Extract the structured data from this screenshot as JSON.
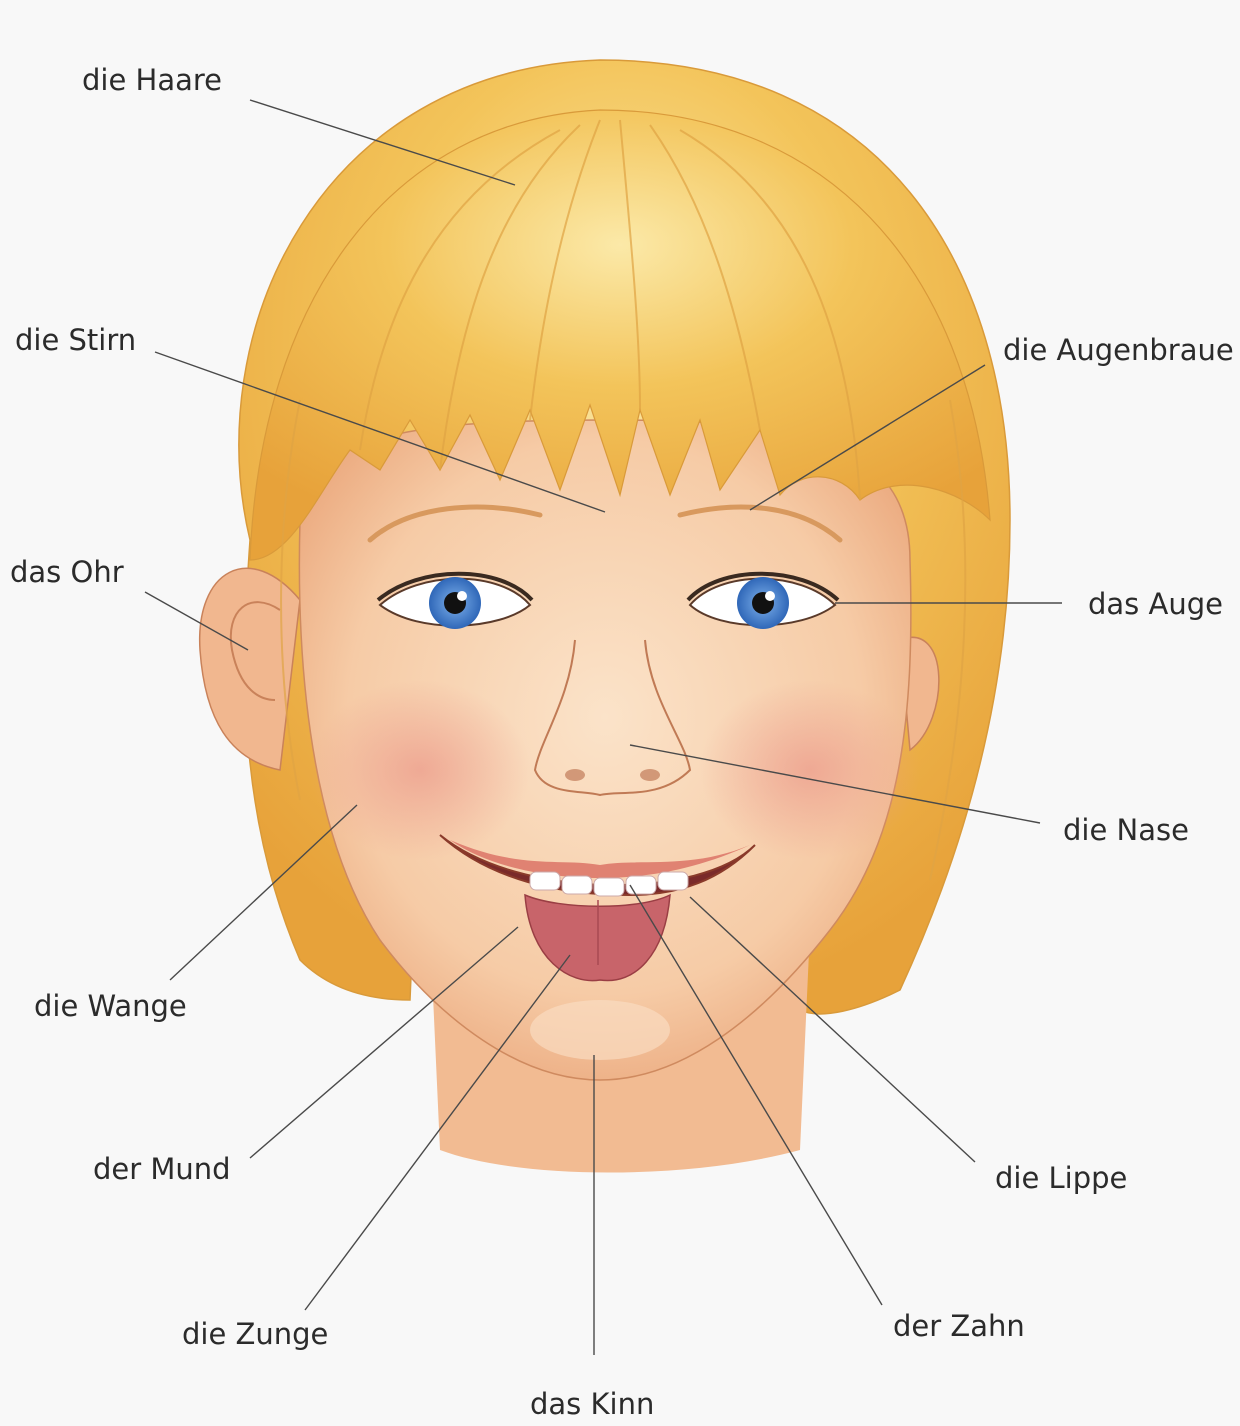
{
  "labels": {
    "haare": "die Haare",
    "stirn": "die Stirn",
    "augenbraue": "die Augenbraue",
    "ohr": "das Ohr",
    "auge": "das Auge",
    "nase": "die Nase",
    "wange": "die Wange",
    "mund": "der Mund",
    "lippe": "die Lippe",
    "zunge": "die Zunge",
    "zahn": "der Zahn",
    "kinn": "das Kinn"
  },
  "colors": {
    "background": "#f8f8f8",
    "hair": "#f3c45a",
    "skin": "#f6cba6",
    "cheek": "#ec9c8c",
    "iris": "#4a86d4",
    "tongue": "#c8646a",
    "leader_line": "#4a4a4a"
  }
}
